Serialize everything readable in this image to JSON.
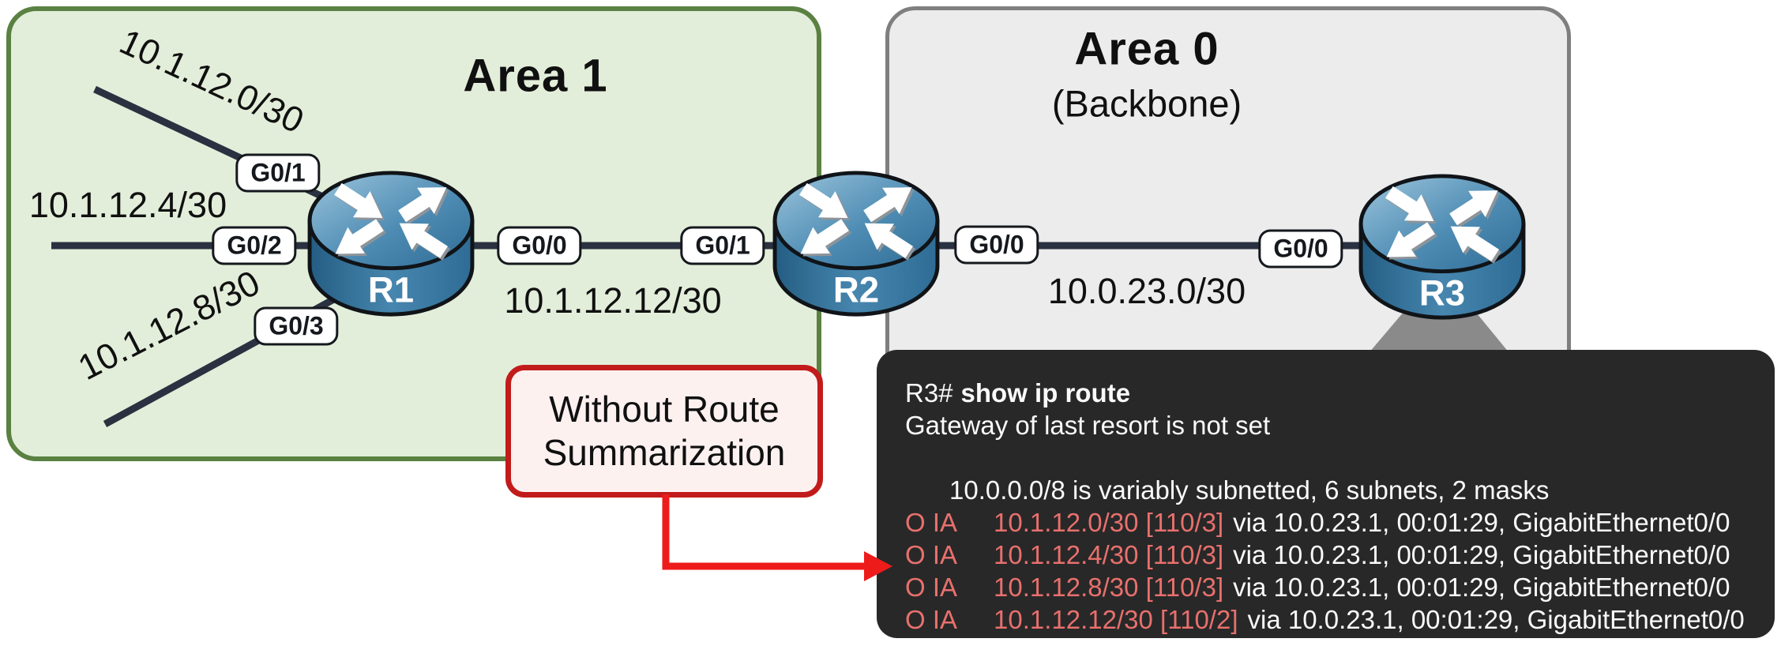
{
  "areas": {
    "area1": {
      "title": "Area 1"
    },
    "area0": {
      "title": "Area 0",
      "subtitle": "(Backbone)"
    }
  },
  "routers": [
    {
      "name": "R1"
    },
    {
      "name": "R2"
    },
    {
      "name": "R3"
    }
  ],
  "interfaces": [
    {
      "label": "G0/1"
    },
    {
      "label": "G0/2"
    },
    {
      "label": "G0/3"
    },
    {
      "label": "G0/0"
    },
    {
      "label": "G0/1"
    },
    {
      "label": "G0/0"
    },
    {
      "label": "G0/0"
    }
  ],
  "subnets": {
    "stub1": "10.1.12.0/30",
    "stub2": "10.1.12.4/30",
    "stub3": "10.1.12.8/30",
    "link_r1_r2": "10.1.12.12/30",
    "link_r2_r3": "10.0.23.0/30"
  },
  "callout": {
    "line1": "Without Route",
    "line2": "Summarization"
  },
  "terminal": {
    "prompt": "R3#",
    "command": "show ip route",
    "gateway_line": "Gateway of last resort is not set",
    "subnet_header": "10.0.0.0/8 is variably subnetted, 6 subnets, 2 masks",
    "routes": [
      {
        "code": "O IA",
        "network": "10.1.12.0/30 [110/3]",
        "via": "via 10.0.23.1, 00:01:29, GigabitEthernet0/0"
      },
      {
        "code": "O IA",
        "network": "10.1.12.4/30 [110/3]",
        "via": "via 10.0.23.1, 00:01:29, GigabitEthernet0/0"
      },
      {
        "code": "O IA",
        "network": "10.1.12.8/30 [110/3]",
        "via": "via 10.0.23.1, 00:01:29, GigabitEthernet0/0"
      },
      {
        "code": "O IA",
        "network": "10.1.12.12/30 [110/2]",
        "via": "via 10.0.23.1, 00:01:29, GigabitEthernet0/0"
      }
    ]
  },
  "colors": {
    "area1_fill": "#e3eeda",
    "area1_border": "#5a8142",
    "area0_fill": "#ececec",
    "area0_border": "#7f7f7f",
    "link_line": "#2a3140",
    "router_blue": "#4e8cb4",
    "callout_fill": "#fdf1f0",
    "callout_border": "#c21b1b",
    "arrow_red": "#ee1b1b",
    "terminal_bg": "#282828",
    "terminal_text": "#fafafa",
    "terminal_route_highlight": "#e8706d",
    "pointer_gray": "#8a8a8a"
  }
}
